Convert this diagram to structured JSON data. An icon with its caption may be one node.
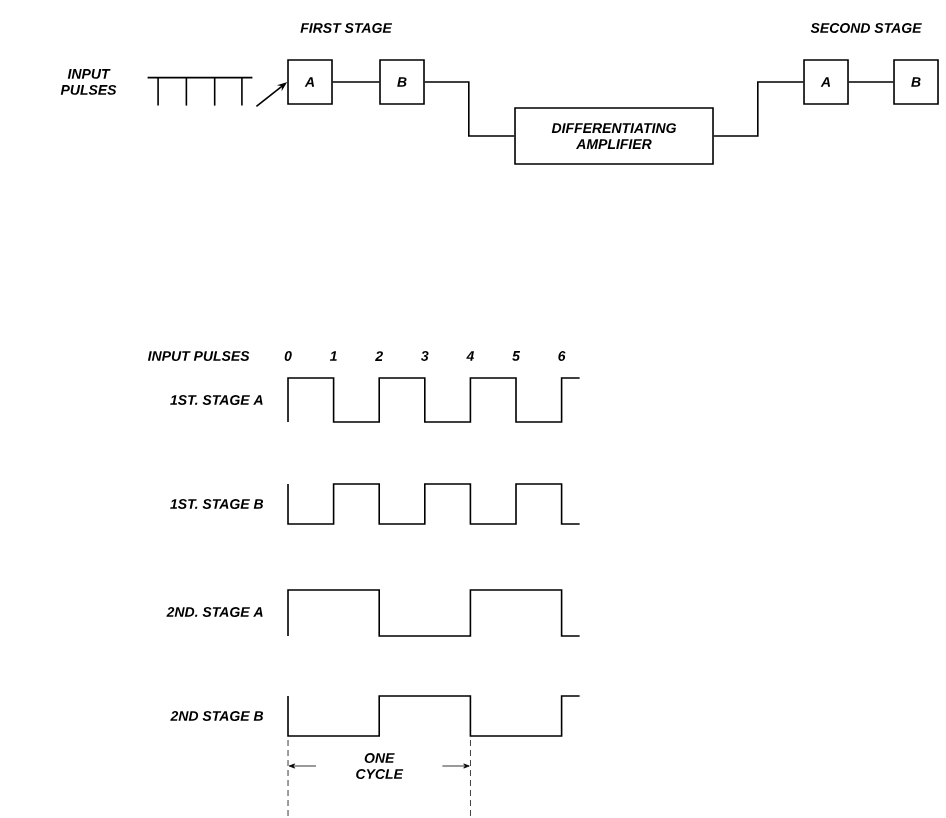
{
  "diagram": {
    "nodes": [
      {
        "text": [],
        "shape": "picture",
        "beside": [
          "INPUT PULSES"
        ]
      },
      {
        "text": [
          "A"
        ]
      },
      {
        "text": [
          "B"
        ]
      },
      {
        "text": [
          "DIFFERENTIATING AMPLIFIER"
        ]
      },
      {
        "text": [
          "A"
        ]
      },
      {
        "text": [
          "B"
        ]
      }
    ],
    "edges": [
      {
        "from": 0,
        "to": 1,
        "arrow": "to"
      },
      {
        "from": 1,
        "to": 2,
        "arrow": "none"
      },
      {
        "from": 2,
        "to": 3,
        "arrow": "none"
      },
      {
        "from": 3,
        "to": 4,
        "arrow": "none"
      },
      {
        "from": 4,
        "to": 5,
        "arrow": "none"
      }
    ],
    "labels": [
      "FIRST STAGE",
      "SECOND STAGE",
      "INPUT PULSES",
      "0",
      "1",
      "2",
      "3",
      "4",
      "5",
      "6",
      "1ST. STAGE A",
      "1ST. STAGE B",
      "2ND. STAGE A",
      "2ND STAGE B",
      "ONE CYCLE"
    ]
  }
}
